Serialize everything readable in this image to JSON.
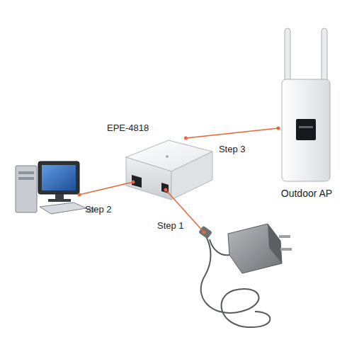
{
  "diagram": {
    "nodes": [
      {
        "text": [
          "EPE-4818"
        ]
      },
      {
        "text": [
          "Outdoor AP"
        ]
      }
    ],
    "edges": [
      {
        "from": 0,
        "to": 1,
        "arrow": "none",
        "label": "Step 3"
      }
    ],
    "labels": [
      "Step 2",
      "Step 1"
    ]
  }
}
